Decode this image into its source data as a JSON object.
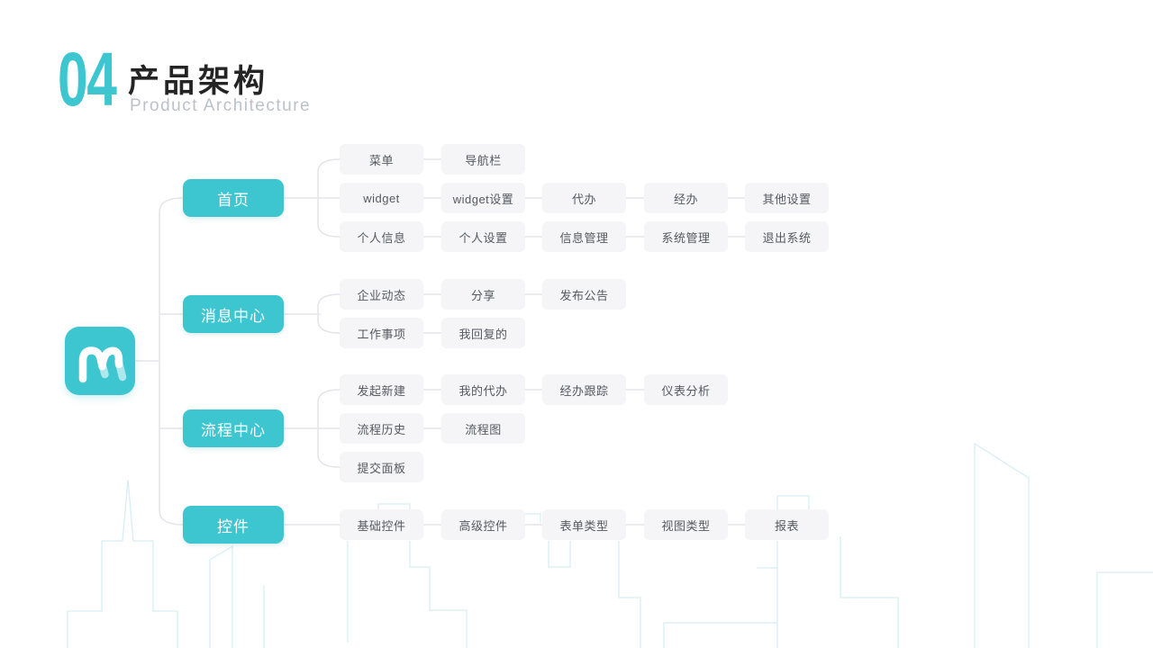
{
  "slide": {
    "section_number": "04",
    "title": "产品架构",
    "subtitle": "Product Architecture",
    "logo_letter": "M"
  },
  "tree": {
    "branches": [
      {
        "label": "首页",
        "rows": [
          [
            "菜单",
            "导航栏"
          ],
          [
            "widget",
            "widget设置",
            "代办",
            "经办",
            "其他设置"
          ],
          [
            "个人信息",
            "个人设置",
            "信息管理",
            "系统管理",
            "退出系统"
          ]
        ]
      },
      {
        "label": "消息中心",
        "rows": [
          [
            "企业动态",
            "分享",
            "发布公告"
          ],
          [
            "工作事项",
            "我回复的"
          ]
        ]
      },
      {
        "label": "流程中心",
        "rows": [
          [
            "发起新建",
            "我的代办",
            "经办跟踪",
            "仪表分析"
          ],
          [
            "流程历史",
            "流程图"
          ],
          [
            "提交面板"
          ]
        ]
      },
      {
        "label": "控件",
        "rows": [
          [
            "基础控件",
            "高级控件",
            "表单类型",
            "视图类型",
            "报表"
          ]
        ]
      }
    ]
  },
  "colors": {
    "teal": "#3ec6d0",
    "leaf_bg": "#f5f5f7",
    "leaf_text": "#555960",
    "line": "#e4e4ea",
    "skyline": "#d7eef3",
    "title_text": "#242424",
    "subtitle_text": "#bcc1c9"
  }
}
